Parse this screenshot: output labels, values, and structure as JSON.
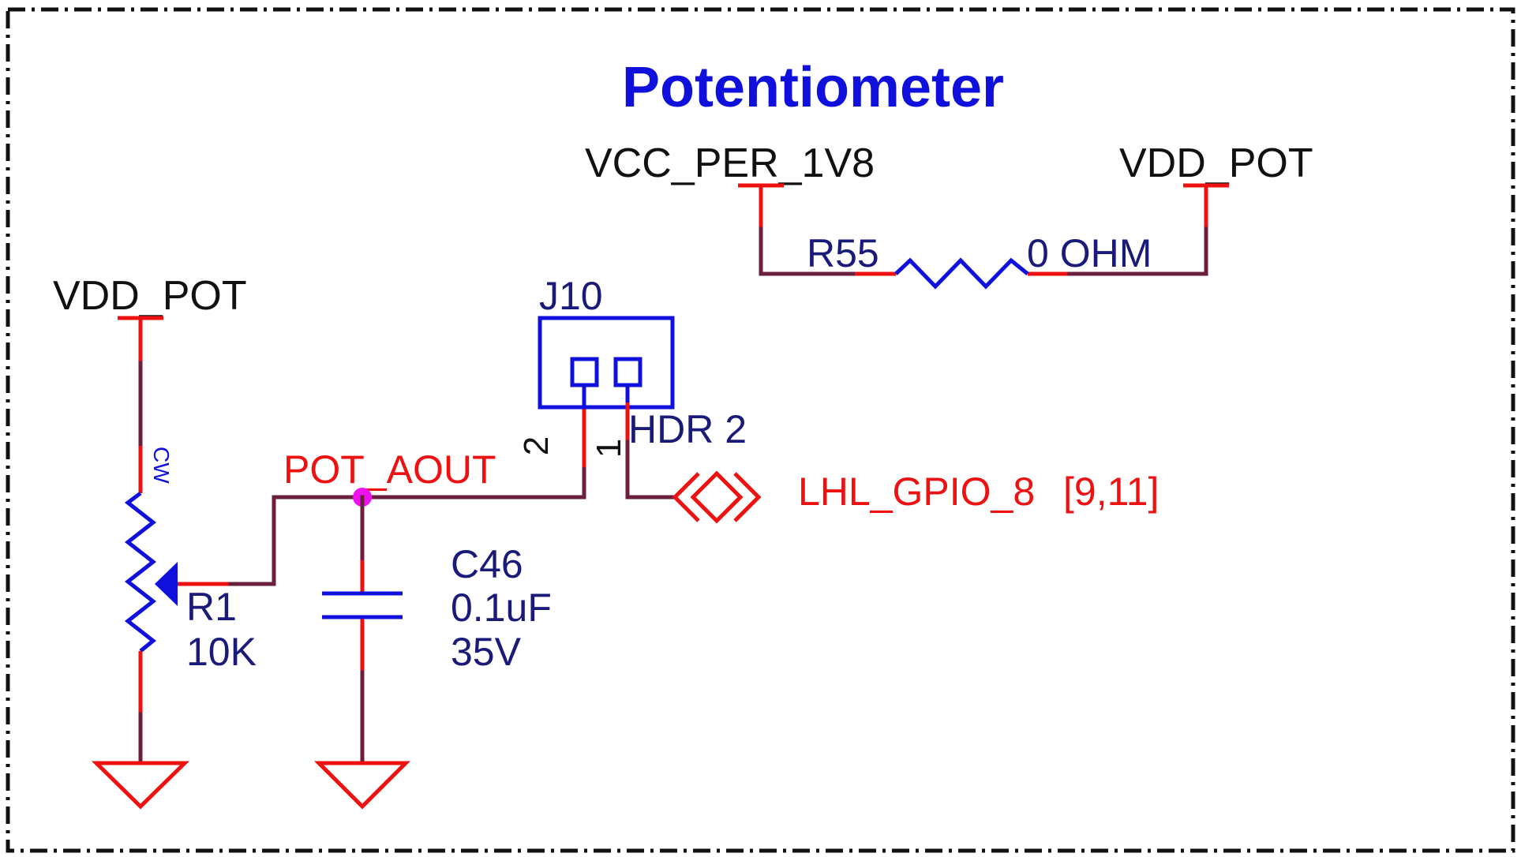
{
  "title": "Potentiometer",
  "power_labels": {
    "vcc_per": "VCC_PER_1V8",
    "vdd_pot_top": "VDD_POT",
    "vdd_pot_left": "VDD_POT"
  },
  "r55": {
    "ref": "R55",
    "value": "0 OHM"
  },
  "r1": {
    "ref": "R1",
    "value": "10K",
    "cw": "CW"
  },
  "c46": {
    "ref": "C46",
    "value": "0.1uF",
    "voltage": "35V"
  },
  "j10": {
    "ref": "J10",
    "type": "HDR 2",
    "pin2": "2",
    "pin1": "1"
  },
  "net_pot_aout": "POT_AOUT",
  "offpage": {
    "net": "LHL_GPIO_8",
    "refs": "[9,11]"
  },
  "colors": {
    "title": "#1010dd",
    "wire": "#6b1f3d",
    "pin": "#ee1111",
    "component": "#1010dd",
    "junction": "#ee11ee",
    "border": "#111111"
  }
}
